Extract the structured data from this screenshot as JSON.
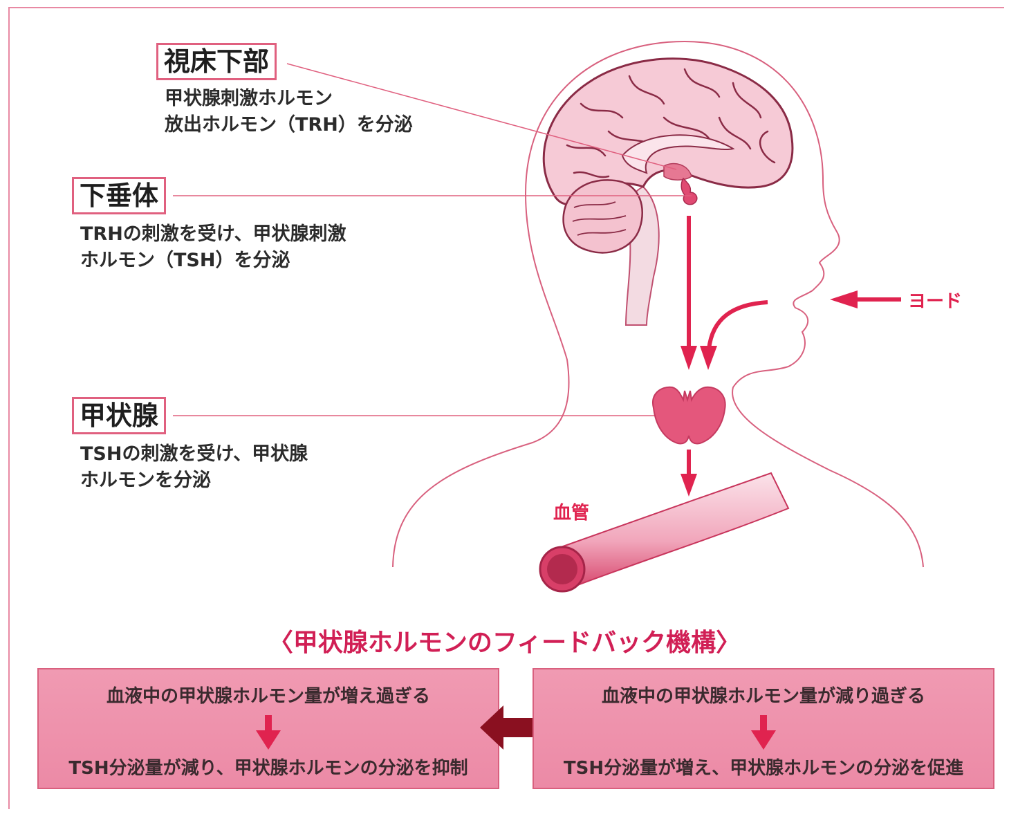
{
  "hypothalamus": {
    "title": "視床下部",
    "desc_line1": "甲状腺刺激ホルモン",
    "desc_line2": "放出ホルモン（TRH）を分泌"
  },
  "pituitary": {
    "title": "下垂体",
    "desc_line1": "TRHの刺激を受け、甲状腺刺激",
    "desc_line2": "ホルモン（TSH）を分泌"
  },
  "thyroid": {
    "title": "甲状腺",
    "desc_line1": "TSHの刺激を受け、甲状腺",
    "desc_line2": "ホルモンを分泌"
  },
  "labels": {
    "iodine": "ヨード",
    "blood_vessel": "血管"
  },
  "feedback": {
    "title": "〈甲状腺ホルモンのフィードバック機構〉",
    "left": {
      "condition": "血液中の甲状腺ホルモン量が増え過ぎる",
      "result": "TSH分泌量が減り、甲状腺ホルモンの分泌を抑制"
    },
    "right": {
      "condition": "血液中の甲状腺ホルモン量が減り過ぎる",
      "result": "TSH分泌量が増え、甲状腺ホルモンの分泌を促進"
    }
  },
  "colors": {
    "accent": "#d11f55",
    "line": "#e0607f",
    "box_fill": "#ee90aa",
    "brain": "#f4c8d4",
    "organ": "#e04a72",
    "double_arrow": "#8a1020"
  }
}
